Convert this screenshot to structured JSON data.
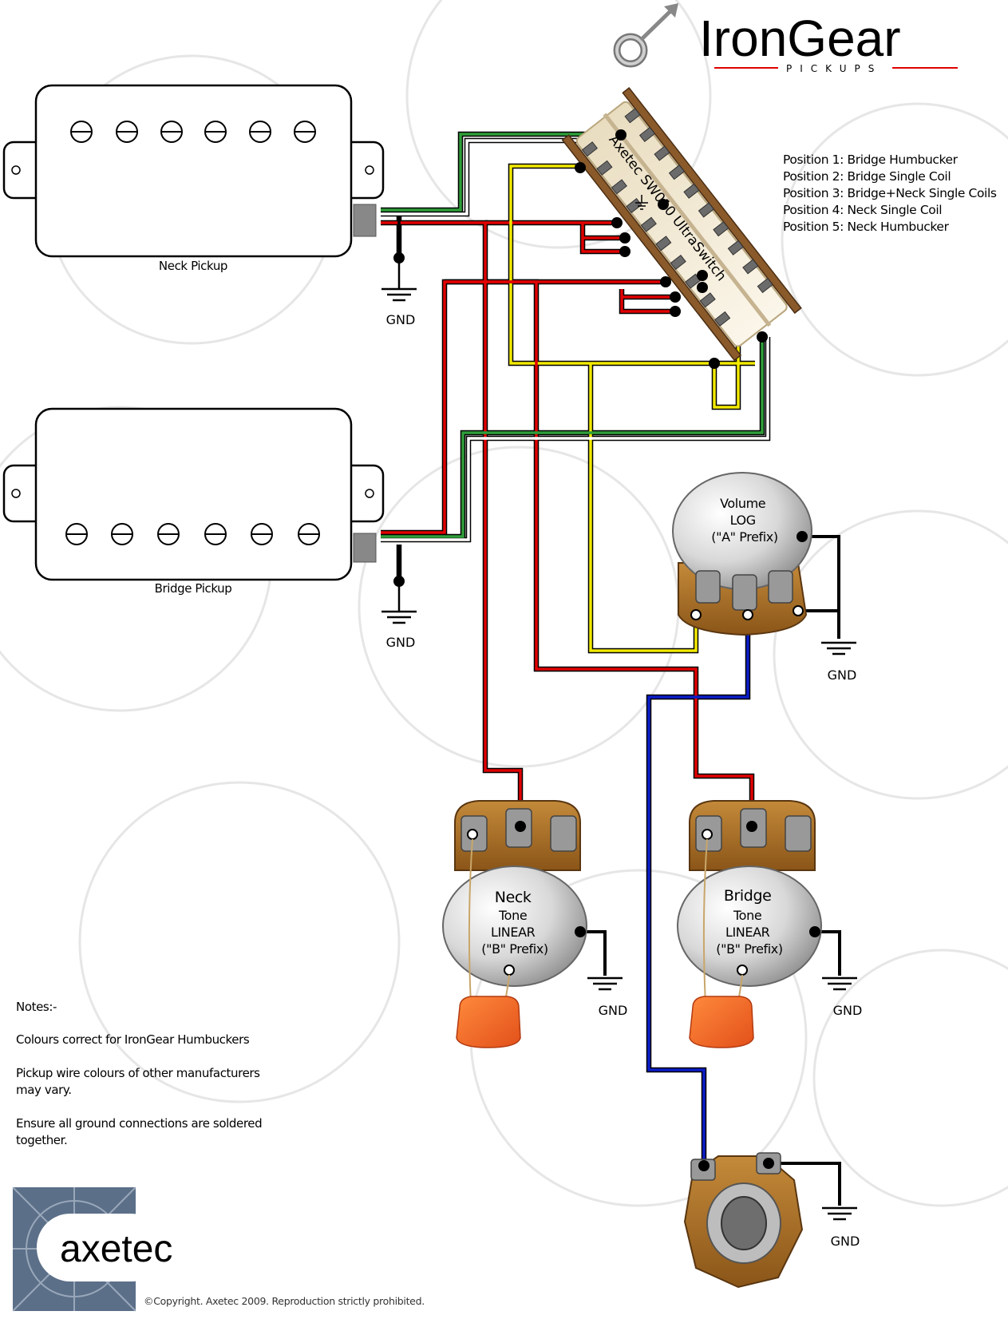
{
  "brand": {
    "name": "IronGear",
    "sub": "PICKUPS",
    "maker": "axetec",
    "copyright": "©Copyright. Axetec 2009. Reproduction strictly prohibited."
  },
  "pickups": {
    "neck": "Neck Pickup",
    "bridge": "Bridge Pickup"
  },
  "switch": {
    "label": "Axetec SW010 UltraSwitch",
    "positions": [
      "Position 1: Bridge Humbucker",
      "Position 2: Bridge Single Coil",
      "Position 3: Bridge+Neck Single Coils",
      "Position 4: Neck Single Coil",
      "Position 5: Neck Humbucker"
    ]
  },
  "pots": {
    "volume": [
      "Volume",
      "LOG",
      "(\"A\" Prefix)"
    ],
    "neck_tone": [
      "Neck",
      "Tone",
      "LINEAR",
      "(\"B\" Prefix)"
    ],
    "bridge_tone": [
      "Bridge",
      "Tone",
      "LINEAR",
      "(\"B\" Prefix)"
    ]
  },
  "ground_label": "GND",
  "notes": {
    "heading": "Notes:-",
    "lines": [
      "Colours correct for IronGear Humbuckers",
      "Pickup wire colours of other manufacturers",
      "may vary.",
      "Ensure all ground connections are soldered",
      "together."
    ]
  },
  "wire_colors": {
    "red": "#e00000",
    "yellow": "#f2ea00",
    "green": "#2f9e3a",
    "blue": "#0a1ec8",
    "black": "#000000",
    "white": "#ffffff"
  }
}
